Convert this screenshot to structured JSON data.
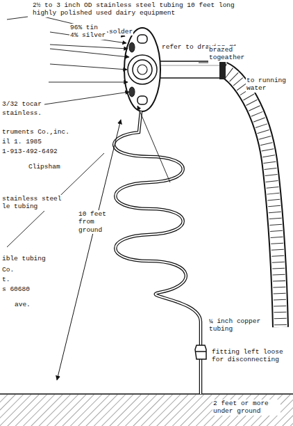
{
  "diagram": {
    "labels": [
      "2½ to 3 inch OD stainless steel tubing 10 feet long highly polished used dairy equipment",
      "96% tin 4% silver",
      "solder",
      "refer to drawing #1",
      "brazed togeather",
      "to running water",
      "3/32 tocar",
      "stainless.",
      "truments Co.,inc.",
      "il 1. 1985",
      "1-913-492-6492",
      "Clipsham",
      "stainless steel le tubing",
      "10 feet from ground",
      "ible tubing",
      "Co.",
      "t.",
      "s 60680",
      "ave.",
      "¼ inch copper tubing",
      "fitting left loose for disconnecting",
      "2 feet or more under ground"
    ]
  }
}
